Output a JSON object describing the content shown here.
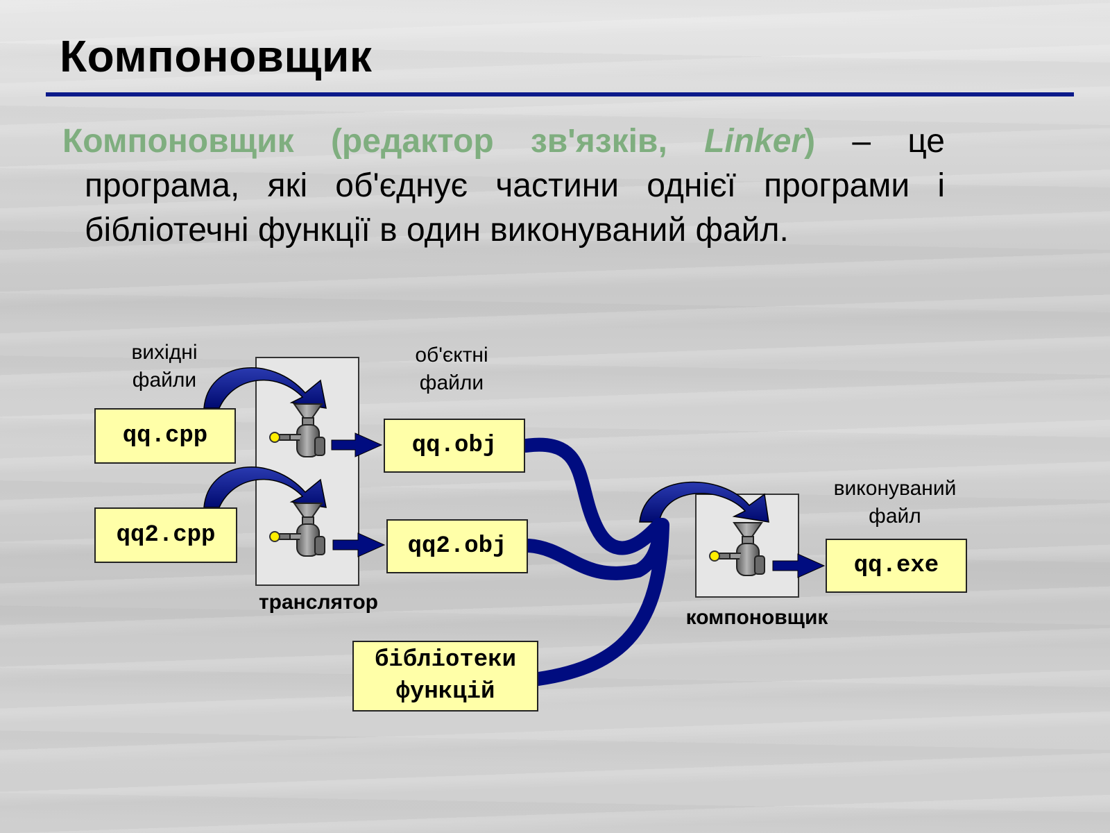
{
  "slide": {
    "title": "Компоновщик",
    "definition": {
      "term": "Компоновщик (редактор зв'язків, ",
      "term_italic": "Linker",
      "term_close": ")",
      "text": " – це програма, які об'єднує частини однієї програми і бібліотечні функції в один виконуваний файл."
    }
  },
  "diagram": {
    "labels": {
      "source_files": "вихідні\nфайли",
      "object_files": "об'єктні\nфайли",
      "executable_file": "виконуваний\nфайл",
      "translator": "транслятор",
      "linker": "компоновщик"
    },
    "files": {
      "source1": "qq.cpp",
      "source2": "qq2.cpp",
      "object1": "qq.obj",
      "object2": "qq2.obj",
      "libraries": "бібліотеки\nфункцій",
      "executable": "qq.exe"
    },
    "colors": {
      "arrow": "#000c80",
      "file_box": "#ffffa8",
      "panel": "#e6e6e6",
      "title_rule": "#0c1a8a",
      "term": "#7fae7f"
    },
    "icons": [
      "meat-grinder-icon"
    ]
  }
}
